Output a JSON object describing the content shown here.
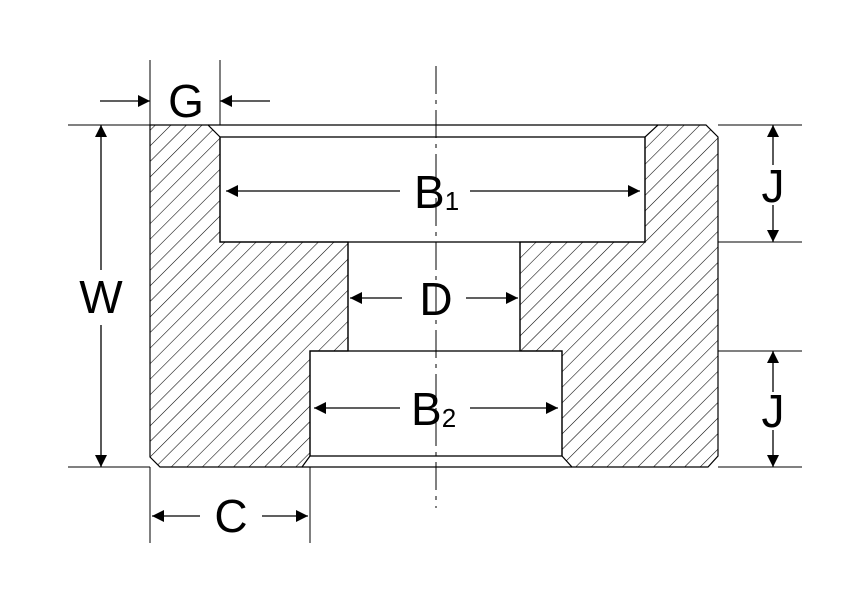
{
  "labels": {
    "g": "G",
    "w": "W",
    "b1": "B",
    "b1_sub": "1",
    "d": "D",
    "b2": "B",
    "b2_sub": "2",
    "j_top": "J",
    "j_bottom": "J",
    "c": "C"
  },
  "colors": {
    "stroke": "#000000",
    "hatch": "#000000",
    "background": "#ffffff"
  }
}
